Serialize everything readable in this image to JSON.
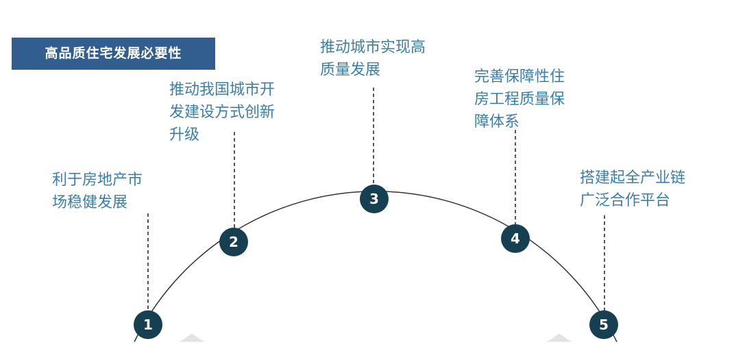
{
  "title": "高品质住宅发展必要性",
  "items": [
    {
      "number": "1",
      "text": "利于房地产市\n场稳健发展"
    },
    {
      "number": "2",
      "text": "推动我国城市开\n发建设方式创新\n升级"
    },
    {
      "number": "3",
      "text": "推动城市实现高\n质量发展"
    },
    {
      "number": "4",
      "text": "完善保障性住\n房工程质量保\n障体系"
    },
    {
      "number": "5",
      "text": "搭建起全产业链\n广泛合作平台"
    }
  ],
  "colors": {
    "title_bg": "#325d8f",
    "text": "#3a7fab",
    "node": "#163f52"
  }
}
